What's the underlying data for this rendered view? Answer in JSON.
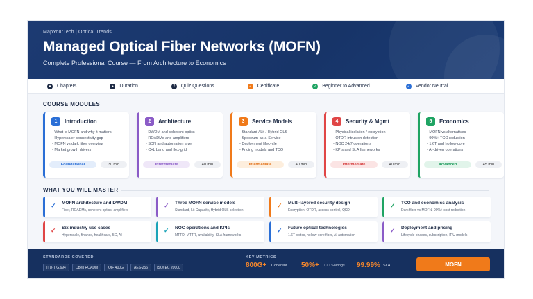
{
  "header": {
    "brand": "MapYourTech | Optical Trends",
    "title": "Managed Optical Fiber Networks (MOFN)",
    "subtitle": "Complete Professional Course — From Architecture to Economics"
  },
  "info_bar": [
    {
      "label": "Chapters",
      "icon": "book-icon",
      "color": "#1d2a44"
    },
    {
      "label": "Duration",
      "icon": "clock-icon",
      "color": "#1d2a44"
    },
    {
      "label": "Quiz Questions",
      "icon": "quiz-icon",
      "color": "#1d2a44"
    },
    {
      "label": "Certificate",
      "icon": "certificate-icon",
      "color": "#f07a1a"
    },
    {
      "label": "Beginner to Advanced",
      "icon": "level-icon",
      "color": "#1fa463"
    },
    {
      "label": "Vendor Neutral",
      "icon": "neutral-icon",
      "color": "#2b6fd6"
    }
  ],
  "modules_title": "COURSE MODULES",
  "modules": [
    {
      "num": "1",
      "title": "Introduction",
      "color": "#2b6fd6",
      "items": [
        "- What is MOFN and why it matters",
        "- Hyperscaler connectivity gap",
        "- MOFN vs dark fiber overview",
        "- Market growth drivers"
      ],
      "level": "Foundational",
      "level_bg": "#e3edfb",
      "level_fg": "#2b6fd6",
      "duration": "30 min"
    },
    {
      "num": "2",
      "title": "Architecture",
      "color": "#8b5cc7",
      "items": [
        "- DWDM and coherent optics",
        "- ROADMs and amplifiers",
        "- SDN and automation layer",
        "- C+L band and flex-grid"
      ],
      "level": "Intermediate",
      "level_bg": "#efe7f8",
      "level_fg": "#8b5cc7",
      "duration": "40 min"
    },
    {
      "num": "3",
      "title": "Service Models",
      "color": "#f07a1a",
      "items": [
        "- Standard / Lit / Hybrid OLS",
        "- Spectrum-as-a-Service",
        "- Deployment lifecycle",
        "- Pricing models and TCO"
      ],
      "level": "Intermediate",
      "level_bg": "#fdeedd",
      "level_fg": "#e2711a",
      "duration": "40 min"
    },
    {
      "num": "4",
      "title": "Security & Mgmt",
      "color": "#e04646",
      "items": [
        "- Physical isolation / encryption",
        "- OTDR intrusion detection",
        "- NOC 24/7 operations",
        "- KPIs and SLA frameworks"
      ],
      "level": "Intermediate",
      "level_bg": "#fbe4e4",
      "level_fg": "#d43c3c",
      "duration": "40 min"
    },
    {
      "num": "5",
      "title": "Economics",
      "color": "#1fa463",
      "items": [
        "- MOFN vs alternatives",
        "- 90%+ TCO reduction",
        "- 1.6T and hollow-core",
        "- AI-driven operations"
      ],
      "level": "Advanced",
      "level_bg": "#e1f4ea",
      "level_fg": "#1c9a5b",
      "duration": "45 min"
    }
  ],
  "master_title": "WHAT YOU WILL MASTER",
  "master": [
    {
      "title": "MOFN architecture and DWDM",
      "desc": "Fiber, ROADMs, coherent optics, amplifiers",
      "color": "#2b6fd6"
    },
    {
      "title": "Three MOFN service models",
      "desc": "Standard, Lit Capacity, Hybrid OLS selection",
      "color": "#8b5cc7"
    },
    {
      "title": "Multi-layered security design",
      "desc": "Encryption, OTDR, access control, QKD",
      "color": "#f07a1a"
    },
    {
      "title": "TCO and economics analysis",
      "desc": "Dark fiber vs MOFN, 90%+ cost reduction",
      "color": "#1fa463"
    },
    {
      "title": "Six industry use cases",
      "desc": "Hyperscale, finance, healthcare, 5G, AI",
      "color": "#e04646"
    },
    {
      "title": "NOC operations and KPIs",
      "desc": "MTTD, MTTR, availability, SLA frameworks",
      "color": "#1aa3b8"
    },
    {
      "title": "Future optical technologies",
      "desc": "1.6T optics, hollow-core fiber, AI automation",
      "color": "#2b6fd6"
    },
    {
      "title": "Deployment and pricing",
      "desc": "Lifecycle phases, subscription, IRU models",
      "color": "#8b5cc7"
    }
  ],
  "footer": {
    "standards_label": "STANDARDS COVERED",
    "standards": [
      "ITU-T G.694",
      "Open ROADM",
      "OIF 400G",
      "AES-256",
      "ISO/IEC 20000"
    ],
    "metrics_label": "KEY METRICS",
    "metrics": [
      {
        "value": "800G+",
        "label": "Coherent"
      },
      {
        "value": "50%+",
        "label": "TCO Savings"
      },
      {
        "value": "99.99%",
        "label": "SLA"
      }
    ],
    "cta": "MOFN"
  }
}
